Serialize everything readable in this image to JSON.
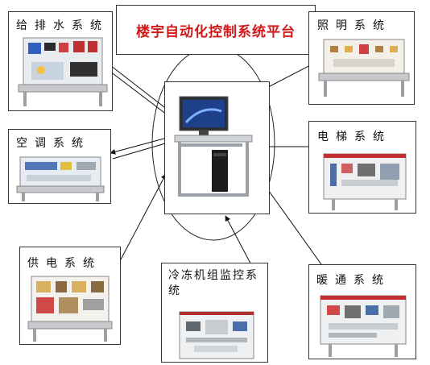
{
  "title": "楼宇自动化控制系统平台",
  "systems": {
    "water": "给排水系统",
    "lighting": "照明系统",
    "aircon": "空调系统",
    "elevator": "电梯系统",
    "power": "供电系统",
    "chiller": "冷冻机组监控系统",
    "hvac": "暖通系统"
  },
  "colors": {
    "title": "#d01818",
    "border": "#333333",
    "arrow": "#111111"
  }
}
